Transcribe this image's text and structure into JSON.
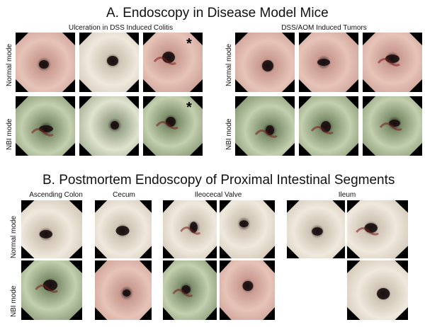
{
  "section_a": {
    "title": "A.  Endoscopy in Disease Model Mice",
    "left_group": "Ulceration in DSS Induced Colitis",
    "right_group": "DSS/AOM Induced Tumors",
    "row_normal": "Normal mode",
    "row_nbi": "NBI mode",
    "star": "*"
  },
  "section_b": {
    "title": "B.  Postmortem Endoscopy of Proximal Intestinal Segments",
    "col_ascending": "Ascending Colon",
    "col_cecum": "Cecum",
    "col_ileocecal": "Ileocecal Valve",
    "col_ileum": "Ileum",
    "row_normal": "Normal mode",
    "row_nbi": "NBI mode"
  },
  "colors": {
    "normal_tissue": "#c99a90",
    "nbi_tissue": "#7e8f6c",
    "pale_tissue": "#cfc3b4",
    "lumen": "#1a1010",
    "lesion": "#7a1e1e"
  }
}
